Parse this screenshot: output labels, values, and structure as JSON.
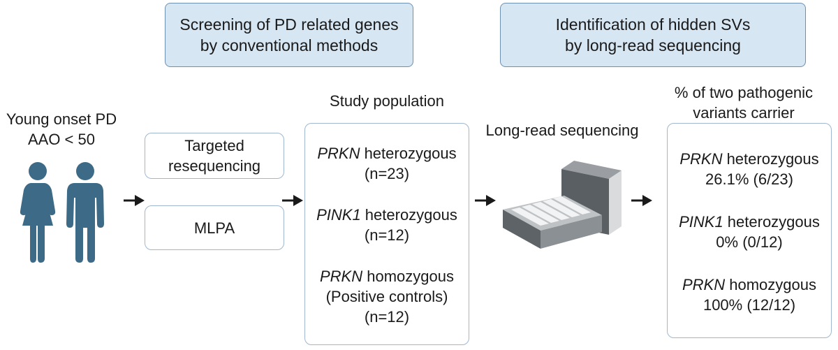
{
  "headers": {
    "left": [
      "Screening of PD related genes",
      "by conventional methods"
    ],
    "right": [
      "Identification of hidden SVs",
      "by long-read sequencing"
    ]
  },
  "cohort": {
    "line1": "Young onset PD",
    "line2": "AAO < 50"
  },
  "methods": {
    "targeted": [
      "Targeted",
      "resequencing"
    ],
    "mlpa": "MLPA"
  },
  "study": {
    "title": "Study population",
    "groups": [
      {
        "gene": "PRKN",
        "label": " heterozygous",
        "extra": "",
        "n": "(n=23)"
      },
      {
        "gene": "PINK1",
        "label": " heterozygous",
        "extra": "",
        "n": "(n=12)"
      },
      {
        "gene": "PRKN",
        "label": " homozygous",
        "extra": "(Positive controls)",
        "n": "(n=12)"
      }
    ]
  },
  "sequencing": {
    "title": "Long-read sequencing"
  },
  "results": {
    "title": [
      "% of two pathogenic",
      "variants carrier"
    ],
    "groups": [
      {
        "gene": "PRKN",
        "label": " heterozygous",
        "value": "26.1% (6/23)"
      },
      {
        "gene": "PINK1",
        "label": " heterozygous",
        "value": "0% (0/12)"
      },
      {
        "gene": "PRKN",
        "label": " homozygous",
        "value": "100% (12/12)"
      }
    ]
  },
  "colors": {
    "person": "#3d6a86",
    "header_fill": "#d7e6f3",
    "box_border": "#9fb7d0",
    "sequencer_dark": "#555a5f"
  }
}
